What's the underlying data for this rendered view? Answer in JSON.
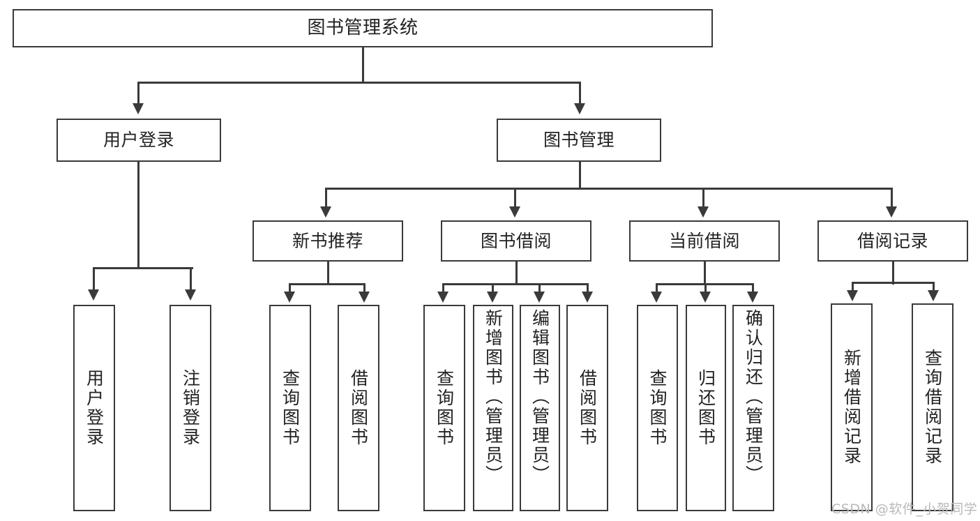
{
  "diagram": {
    "type": "tree-hierarchy",
    "title": "图书管理系统",
    "root": {
      "label": "图书管理系统"
    },
    "level2": [
      {
        "label": "用户登录"
      },
      {
        "label": "图书管理"
      }
    ],
    "level3": [
      {
        "label": "新书推荐"
      },
      {
        "label": "图书借阅"
      },
      {
        "label": "当前借阅"
      },
      {
        "label": "借阅记录"
      }
    ],
    "leaves": [
      {
        "label": "用户登录",
        "parent": "用户登录"
      },
      {
        "label": "注销登录",
        "parent": "用户登录"
      },
      {
        "label": "查询图书",
        "parent": "新书推荐"
      },
      {
        "label": "借阅图书",
        "parent": "新书推荐"
      },
      {
        "label": "查询图书",
        "parent": "图书借阅"
      },
      {
        "label": "新增图书（管理员）",
        "parent": "图书借阅"
      },
      {
        "label": "编辑图书（管理员）",
        "parent": "图书借阅"
      },
      {
        "label": "借阅图书",
        "parent": "图书借阅"
      },
      {
        "label": "查询图书",
        "parent": "当前借阅"
      },
      {
        "label": "归还图书",
        "parent": "当前借阅"
      },
      {
        "label": "确认归还（管理员）",
        "parent": "当前借阅"
      },
      {
        "label": "新增借阅记录",
        "parent": "借阅记录"
      },
      {
        "label": "查询借阅记录",
        "parent": "借阅记录"
      }
    ]
  },
  "watermark": {
    "text": "CSDN @软件_小贺同学"
  },
  "colors": {
    "stroke": "#3a3a3a",
    "fill": "#ffffff",
    "text": "#222222",
    "watermark": "#b9b9b9"
  }
}
